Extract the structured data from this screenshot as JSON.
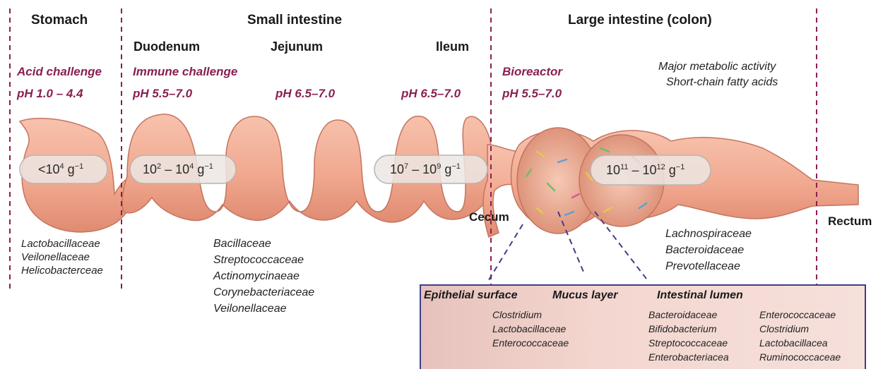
{
  "regions": {
    "stomach": "Stomach",
    "small_intestine": "Small intestine",
    "large_intestine": "Large intestine (colon)"
  },
  "segments": {
    "duodenum": "Duodenum",
    "jejunum": "Jejunum",
    "ileum": "Ileum",
    "cecum": "Cecum",
    "rectum": "Rectum"
  },
  "challenges": {
    "acid": "Acid challenge",
    "immune": "Immune challenge",
    "bioreactor": "Bioreactor"
  },
  "ph": {
    "stomach": "pH 1.0 – 4.4",
    "duodenum": "pH 5.5–7.0",
    "jejunum": "pH 6.5–7.0",
    "ileum": "pH 6.5–7.0",
    "colon": "pH 5.5–7.0"
  },
  "metabolic": {
    "line1": "Major metabolic activity",
    "line2": "Short-chain fatty acids"
  },
  "densities": {
    "stomach": {
      "pre": "<10",
      "exp": "4",
      "post": " g",
      "unit_exp": "−1"
    },
    "duodenum": {
      "pre": "10",
      "exp": "2",
      "mid": " – 10",
      "exp2": "4",
      "post": " g",
      "unit_exp": "−1"
    },
    "ileum": {
      "pre": "10",
      "exp": "7",
      "mid": " – 10",
      "exp2": "9",
      "post": " g",
      "unit_exp": "−1"
    },
    "colon": {
      "pre": "10",
      "exp": "11",
      "mid": " – 10",
      "exp2": "12",
      "post": " g",
      "unit_exp": "−1"
    }
  },
  "families": {
    "stomach": [
      "Lactobacillaceae",
      "Veilonellaceae",
      "Helicobacterceae"
    ],
    "small": [
      "Bacillaceae",
      "Streptococcaceae",
      "Actinomycinaeae",
      "Corynebacteriaceae",
      "Veilonellaceae"
    ],
    "colon": [
      "Lachnospiraceae",
      "Bacteroidaceae",
      "Prevotellaceae"
    ]
  },
  "inset": {
    "epithelial": "Epithelial surface",
    "mucus": "Mucus layer",
    "lumen": "Intestinal lumen",
    "mucosal_list": [
      "Clostridium",
      "Lactobacillaceae",
      "Enterococcaceae"
    ],
    "lumen_col1": [
      "Bacteroidaceae",
      "Bifidobacterium",
      "Streptococcaceae",
      "Enterobacteriacea"
    ],
    "lumen_col2": [
      "Enterococcaceae",
      "Clostridium",
      "Lactobacillacea",
      "Ruminococcaceae"
    ]
  },
  "colors": {
    "tract_fill": "#f1a990",
    "tract_stroke": "#c4745e",
    "divider": "#8a1f52",
    "challenge_text": "#8a1f52",
    "inset_border": "#3e3e86"
  }
}
